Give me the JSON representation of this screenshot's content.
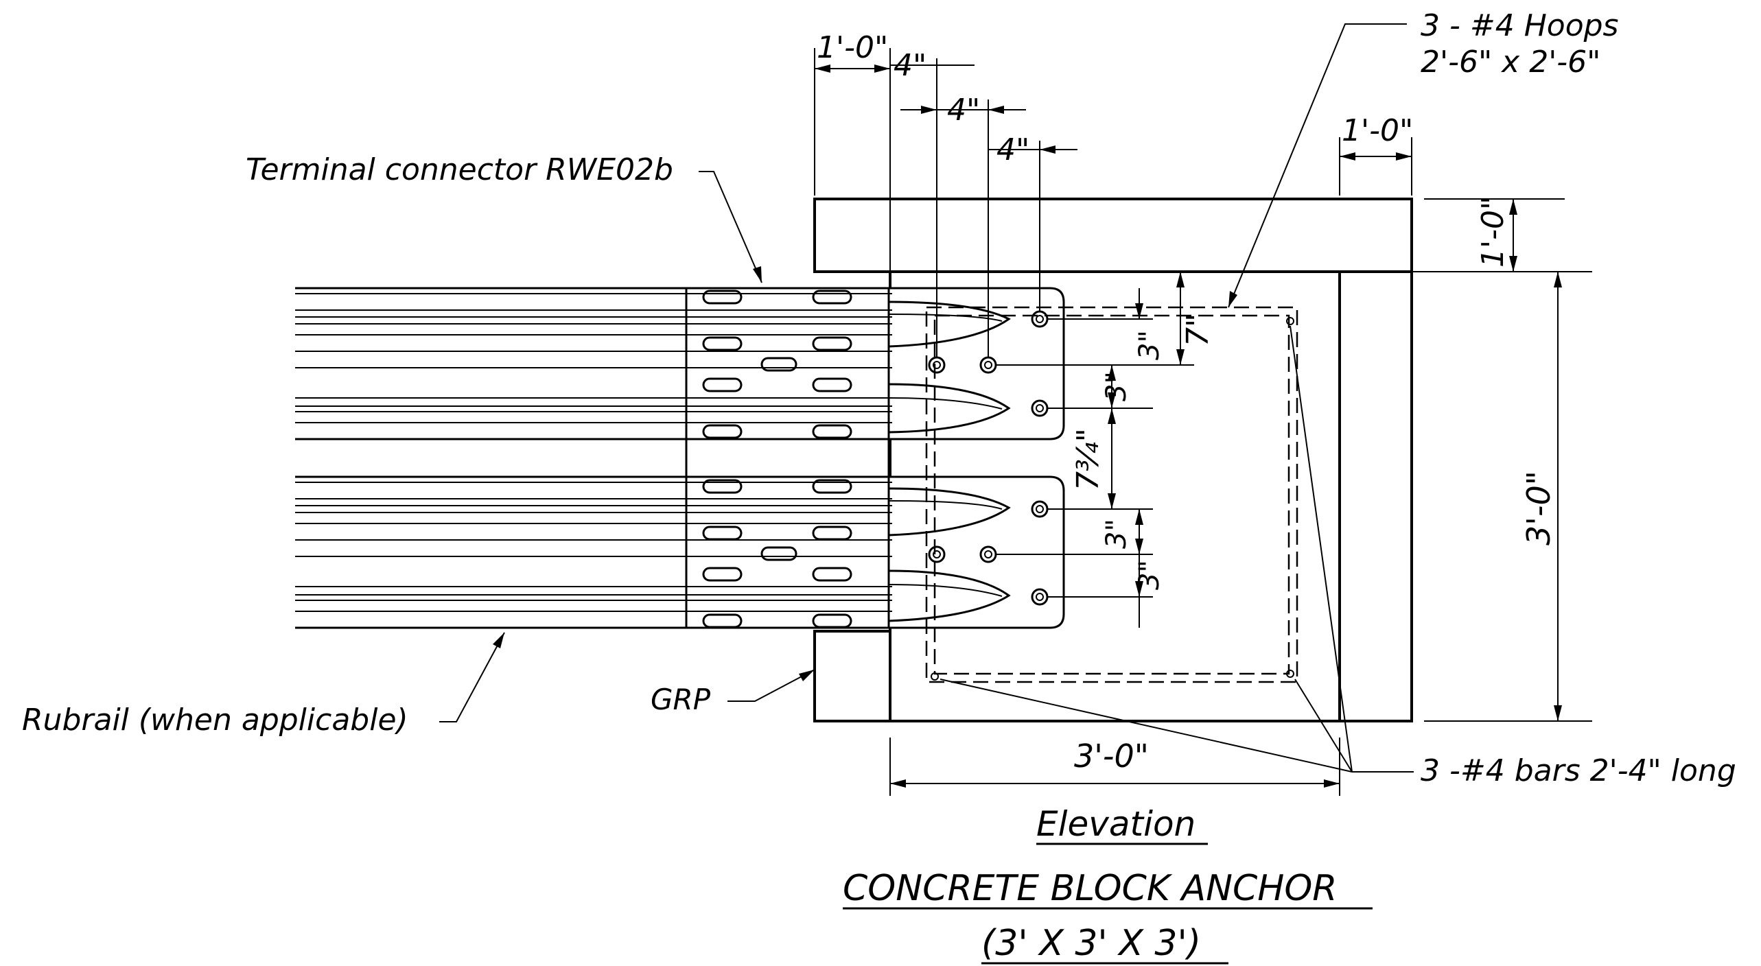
{
  "labels": {
    "hoops_line1": "3 - #4 Hoops",
    "hoops_line2": "2'-6\" x 2'-6\"",
    "terminal_connector": "Terminal connector RWE02b",
    "rubrail": "Rubrail (when applicable)",
    "grp": "GRP",
    "bars": "3 -#4 bars 2'-4\" long"
  },
  "dimensions": {
    "top_left_1ft": "1'-0\"",
    "offset_4in_a": "4\"",
    "offset_4in_b": "4\"",
    "offset_4in_c": "4\"",
    "top_right_1ft": "1'-0\"",
    "right_1ft": "1'-0\"",
    "right_3ft": "3'-0\"",
    "bottom_3ft": "3'-0\"",
    "seven_in": "7\"",
    "three_in_a": "3\"",
    "three_in_b": "3\"",
    "seven_three_quarter": "7¾\"",
    "three_in_c": "3\"",
    "three_in_d": "3\""
  },
  "titles": {
    "view": "Elevation",
    "main": "CONCRETE BLOCK ANCHOR",
    "size": "(3' X 3' X 3')"
  }
}
